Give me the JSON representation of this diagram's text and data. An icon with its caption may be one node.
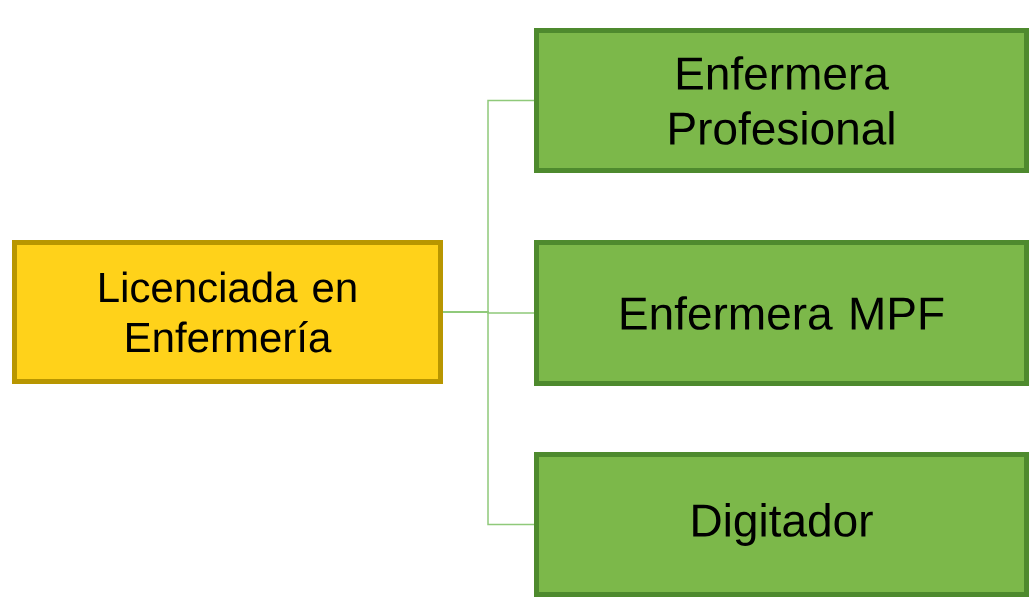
{
  "diagram": {
    "nodes": [
      {
        "text": [
          "Licenciada en Enfermería"
        ]
      },
      {
        "text": [
          "Enfermera Profesional"
        ]
      },
      {
        "text": [
          "Enfermera MPF"
        ]
      },
      {
        "text": [
          "Digitador"
        ]
      }
    ],
    "edges": [
      {
        "from": 0,
        "to": 1,
        "arrow": "none"
      },
      {
        "from": 0,
        "to": 2,
        "arrow": "none"
      },
      {
        "from": 0,
        "to": 3,
        "arrow": "none"
      }
    ]
  }
}
